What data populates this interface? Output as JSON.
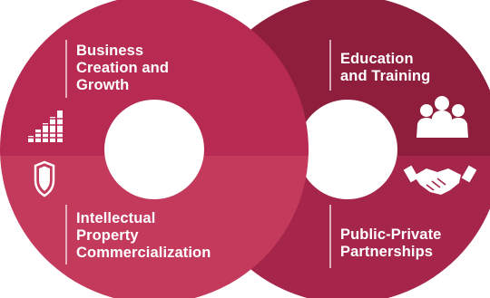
{
  "segments": [
    {
      "id": "business",
      "label": "Business\nCreation and\nGrowth",
      "icon": "bar-chart-icon"
    },
    {
      "id": "ip",
      "label": "Intellectual\nProperty\nCommercialization",
      "icon": "shield-icon"
    },
    {
      "id": "education",
      "label": "Education\nand Training",
      "icon": "people-group-icon"
    },
    {
      "id": "ppp",
      "label": "Public-Private\nPartnerships",
      "icon": "handshake-icon"
    }
  ],
  "colors": {
    "left_top": "#b72a52",
    "left_bottom": "#c33a5c",
    "right_top": "#8e1e3c",
    "right_bottom": "#a5264a",
    "divider": "#f2d9e0",
    "hole": "#ffffff"
  }
}
